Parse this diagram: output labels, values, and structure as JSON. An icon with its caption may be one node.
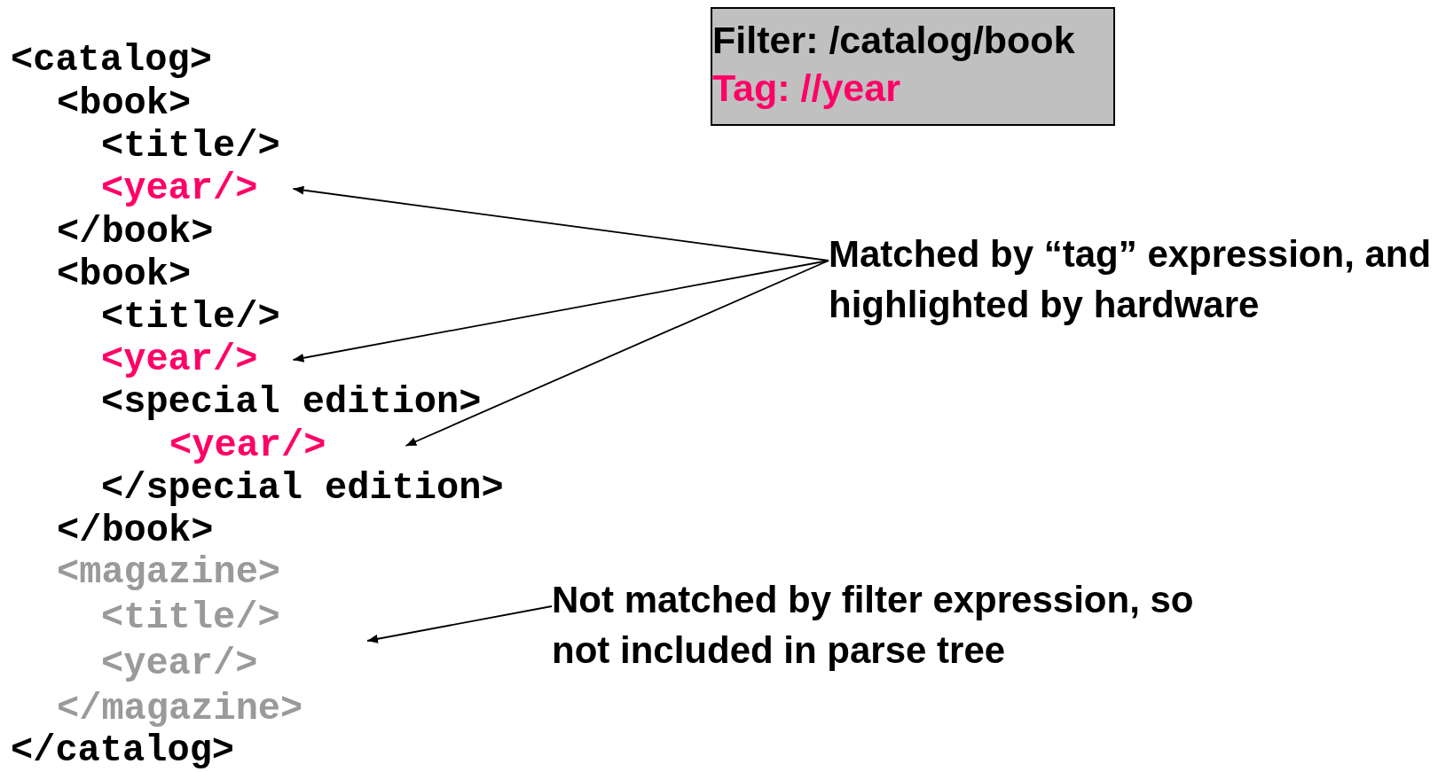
{
  "diagram": {
    "nodes": [
      {
        "text": [
          "Filter: /catalog/book",
          "Tag: //year"
        ]
      },
      {
        "text": [
          "<year/>"
        ]
      },
      {
        "text": [
          "Matched by “tag” expression, and highlighted by hardware"
        ]
      },
      {
        "text": [
          "<year/>"
        ]
      },
      {
        "text": [
          "<year/>"
        ]
      },
      {
        "text": [
          "<magazine>",
          "<title/>",
          "<year/>",
          "</magazine>"
        ]
      },
      {
        "text": [
          "Not matched by filter expression, so not included in parse tree"
        ]
      }
    ],
    "edges": [
      {
        "from": 2,
        "to": 1,
        "arrow": "to"
      },
      {
        "from": 2,
        "to": 3,
        "arrow": "to"
      },
      {
        "from": 2,
        "to": 4,
        "arrow": "to"
      },
      {
        "from": 6,
        "to": 5,
        "arrow": "to"
      }
    ],
    "labels": [
      "<catalog>",
      "<book>",
      "<title/>",
      "</book>",
      "<book>",
      "<title/>",
      "<special edition>",
      "</special edition>",
      "</book>",
      "</catalog>"
    ]
  }
}
